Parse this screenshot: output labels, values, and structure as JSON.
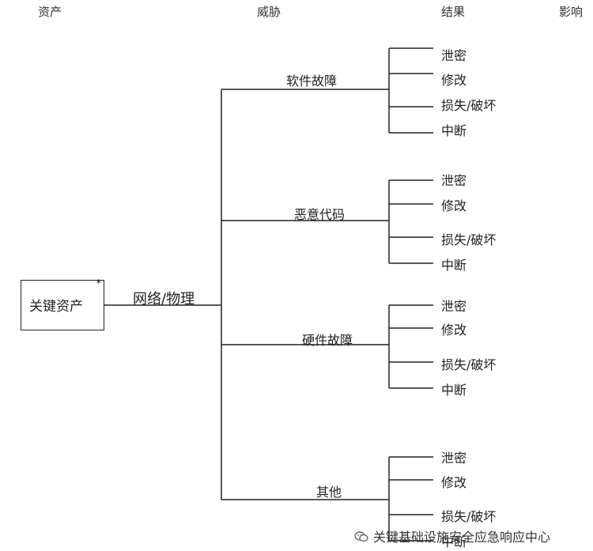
{
  "headers": {
    "asset": "资产",
    "threat": "威胁",
    "result": "结果",
    "impact": "影响"
  },
  "asset": {
    "label": "关键资产",
    "marker": "*"
  },
  "vector": "网络/物理",
  "threats": [
    {
      "label": "软件故障",
      "outcomes": [
        "泄密",
        "修改",
        "损失/破坏",
        "中断"
      ]
    },
    {
      "label": "恶意代码",
      "outcomes": [
        "泄密",
        "修改",
        "损失/破坏",
        "中断"
      ]
    },
    {
      "label": "硬件故障",
      "outcomes": [
        "泄密",
        "修改",
        "损失/破坏",
        "中断"
      ]
    },
    {
      "label": "其他",
      "outcomes": [
        "泄密",
        "修改",
        "损失/破坏",
        "中断"
      ]
    }
  ],
  "watermark": {
    "text": "关键基础设施安全应急响应中心",
    "icon": "wechat-icon"
  }
}
